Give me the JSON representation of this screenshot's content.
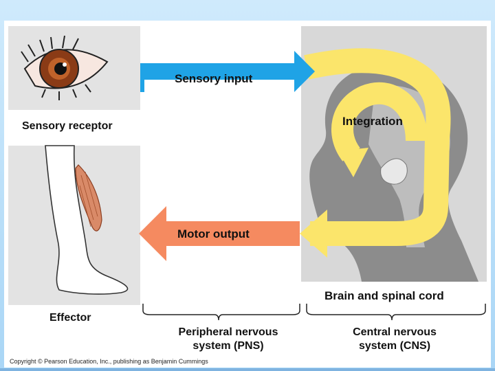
{
  "labels": {
    "sensory_input": "Sensory input",
    "sensory_receptor": "Sensory receptor",
    "integration": "Integration",
    "motor_output": "Motor output",
    "effector": "Effector",
    "brain_spinal_cord": "Brain and spinal cord",
    "pns_line1": "Peripheral nervous",
    "pns_line2": "system (PNS)",
    "cns_line1": "Central nervous",
    "cns_line2": "system (CNS)"
  },
  "copyright": "Copyright © Pearson Education, Inc., publishing as Benjamin Cummings",
  "colors": {
    "sensory_arrow": "#1fa3e6",
    "motor_arrow": "#f58a60",
    "integration_loop": "#fbe56b",
    "panel_gray": "#d8d8d8",
    "head_dark": "#8c8c8c",
    "head_light": "#bdbdbd"
  }
}
